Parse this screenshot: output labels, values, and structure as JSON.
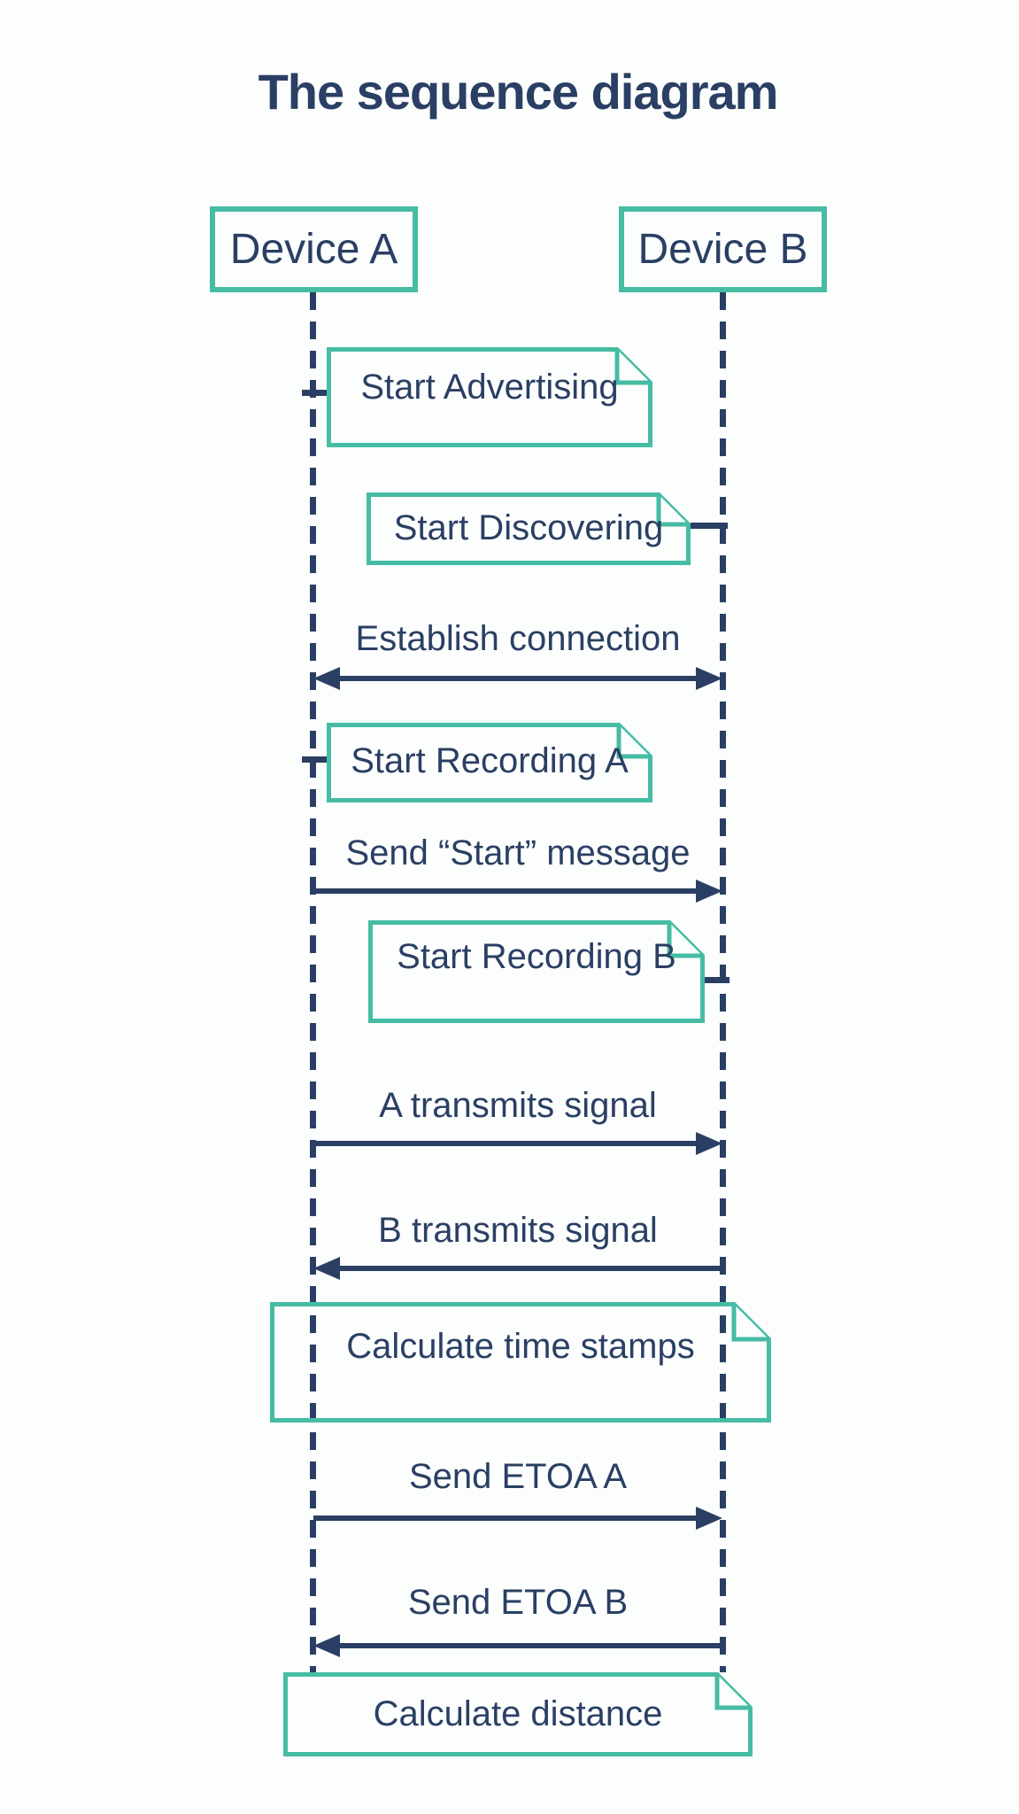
{
  "title": "The sequence diagram",
  "colors": {
    "teal": "#46bca4",
    "navy": "#2a3f63",
    "background": "#fcfdfd"
  },
  "participants": [
    {
      "id": "device-a",
      "label": "Device A"
    },
    {
      "id": "device-b",
      "label": "Device B"
    }
  ],
  "notes": [
    {
      "label": "Start Advertising",
      "attached_to": "device-a"
    },
    {
      "label": "Start Discovering",
      "attached_to": "device-b"
    },
    {
      "label": "Start Recording A",
      "attached_to": "device-a"
    },
    {
      "label": "Start Recording B",
      "attached_to": "device-b"
    },
    {
      "label": "Calculate time stamps",
      "attached_to": "both"
    },
    {
      "label": "Calculate distance",
      "attached_to": "both"
    }
  ],
  "messages": [
    {
      "label": "Establish connection",
      "from": "device-a",
      "to": "device-b",
      "direction": "both"
    },
    {
      "label": "Send “Start” message",
      "from": "device-a",
      "to": "device-b",
      "direction": "right"
    },
    {
      "label": "A transmits signal",
      "from": "device-a",
      "to": "device-b",
      "direction": "right"
    },
    {
      "label": "B transmits signal",
      "from": "device-b",
      "to": "device-a",
      "direction": "left"
    },
    {
      "label": "Send ETOA A",
      "from": "device-a",
      "to": "device-b",
      "direction": "right"
    },
    {
      "label": "Send ETOA B",
      "from": "device-b",
      "to": "device-a",
      "direction": "left"
    }
  ]
}
